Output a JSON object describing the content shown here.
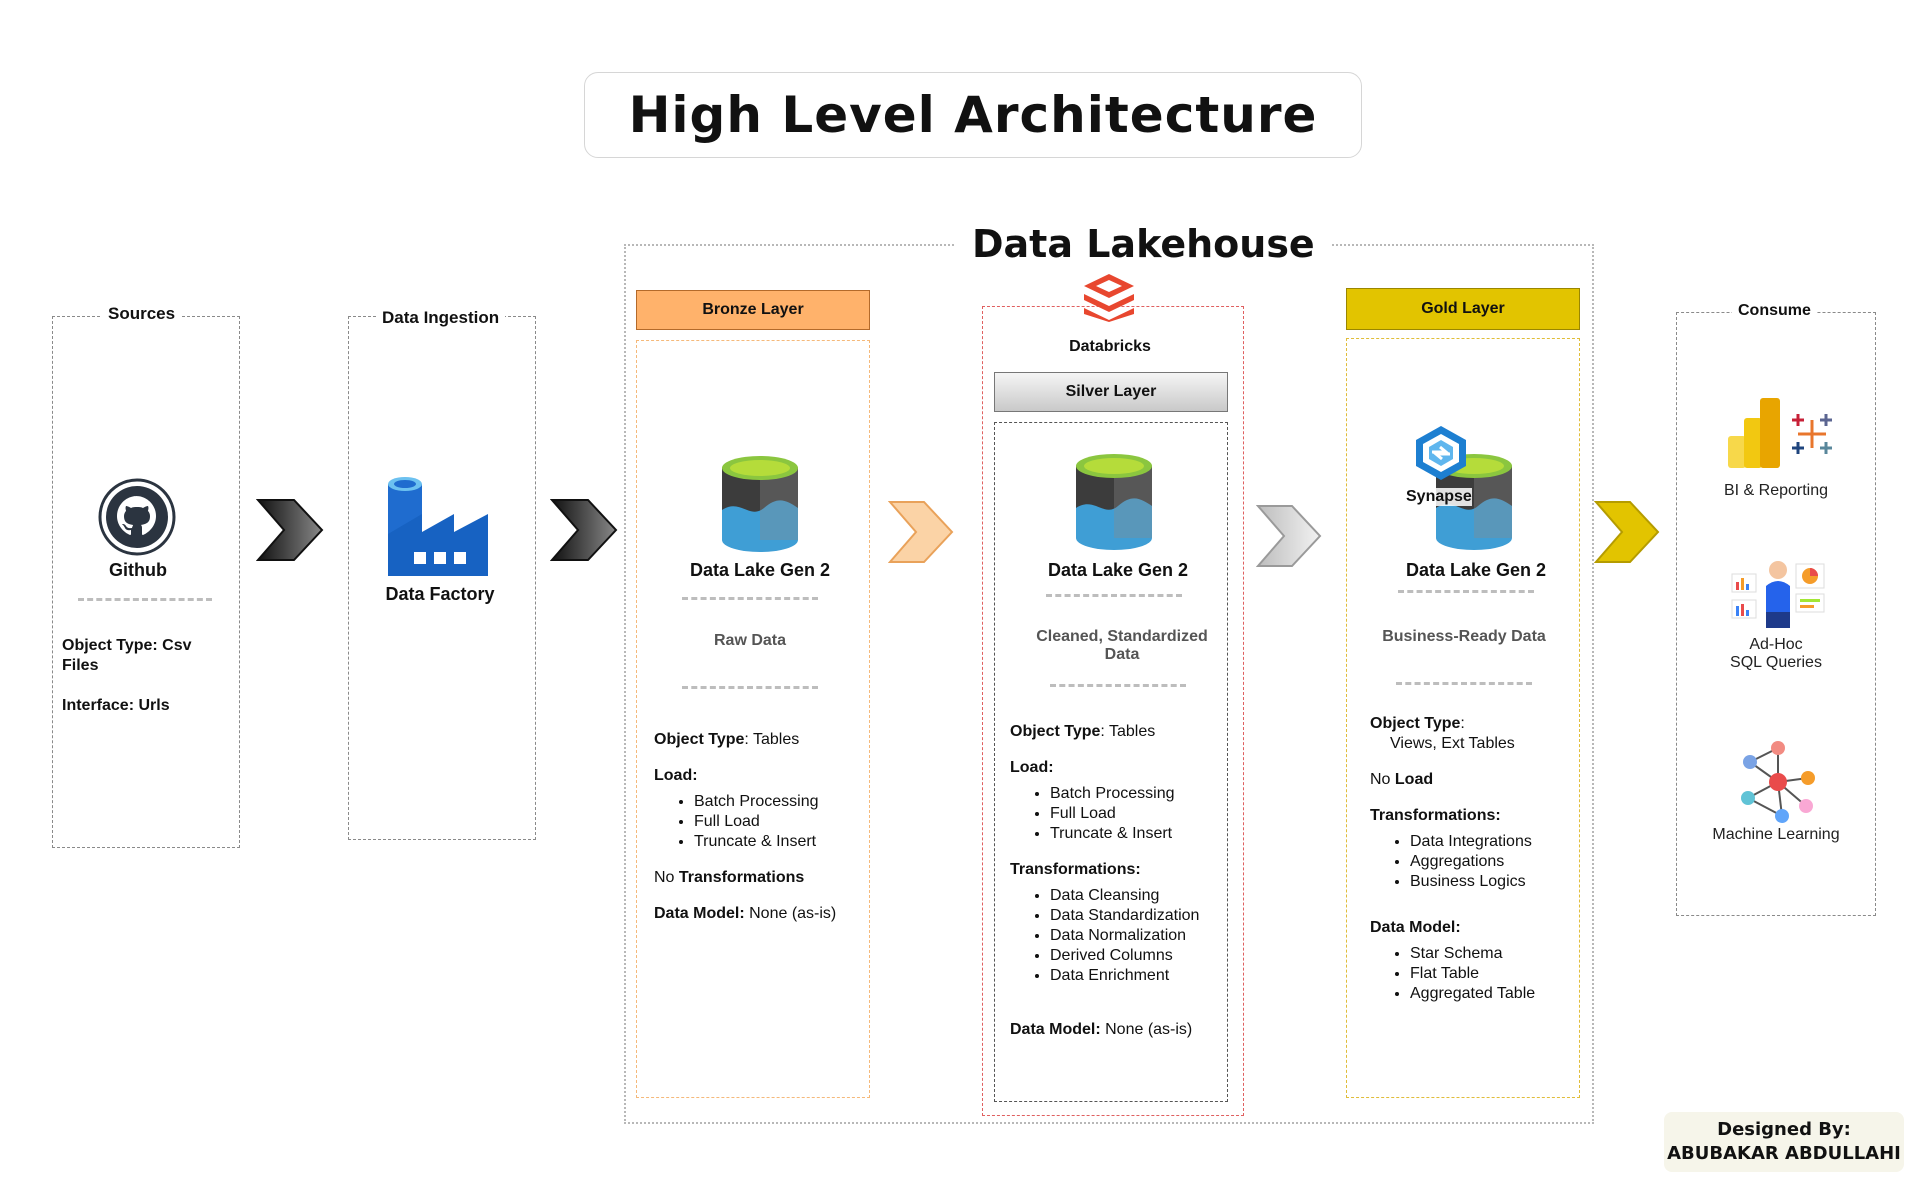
{
  "title": "High Level Architecture",
  "lakehouse_title": "Data Lakehouse",
  "sources": {
    "label": "Sources",
    "item_label": "Github",
    "object_type_line1": "Object Type: Csv",
    "object_type_line2": "Files",
    "interface": "Interface: Urls"
  },
  "ingestion": {
    "label": "Data Ingestion",
    "item_label": "Data Factory"
  },
  "bronze": {
    "header": "Bronze Layer",
    "store": "Data Lake Gen 2",
    "description": "Raw Data",
    "object_type_key": "Object Type",
    "object_type_val": ": Tables",
    "load_key": "Load:",
    "load_items": [
      "Batch Processing",
      "Full Load",
      "Truncate & Insert"
    ],
    "transform_prefix": "No ",
    "transform_key": "Transformations",
    "model_key": "Data Model:",
    "model_val": " None (as-is)"
  },
  "databricks": {
    "label": "Databricks"
  },
  "silver": {
    "header": "Silver Layer",
    "store": "Data Lake Gen 2",
    "description_line1": "Cleaned, Standardized",
    "description_line2": "Data",
    "object_type_key": "Object Type",
    "object_type_val": ": Tables",
    "load_key": "Load:",
    "load_items": [
      "Batch Processing",
      "Full Load",
      "Truncate & Insert"
    ],
    "transform_key": "Transformations:",
    "transform_items": [
      "Data Cleansing",
      "Data Standardization",
      "Data Normalization",
      "Derived Columns",
      "Data Enrichment"
    ],
    "model_key": "Data Model:",
    "model_val": " None (as-is)"
  },
  "gold": {
    "header": "Gold Layer",
    "synapse_label": "Synapse",
    "store": "Data Lake Gen 2",
    "description": "Business-Ready Data",
    "object_type_key": "Object Type",
    "object_type_val": ":",
    "object_type_line2": "Views, Ext Tables",
    "load_prefix": "No ",
    "load_key": "Load",
    "transform_key": "Transformations:",
    "transform_items": [
      "Data Integrations",
      "Aggregations",
      "Business Logics"
    ],
    "model_key": "Data Model:",
    "model_items": [
      "Star Schema",
      "Flat Table",
      "Aggregated Table"
    ]
  },
  "consume": {
    "label": "Consume",
    "bi": "BI & Reporting",
    "adhoc_line1": "Ad-Hoc",
    "adhoc_line2": "SQL Queries",
    "ml": "Machine Learning"
  },
  "credit": {
    "line1": "Designed By:",
    "line2": "ABUBAKAR ABDULLAHI"
  },
  "colors": {
    "bronze": "#ffb26b",
    "gold": "#e2c400",
    "silver": "#d0d0d0",
    "lake_blue": "#3f9ed5",
    "lake_green": "#a8d12f"
  },
  "icons": [
    "github-icon",
    "data-factory-icon",
    "data-lake-icon",
    "databricks-icon",
    "synapse-icon",
    "power-bi-icon",
    "tableau-icon",
    "analyst-icon",
    "ml-network-icon",
    "chevron-arrow-icon"
  ]
}
